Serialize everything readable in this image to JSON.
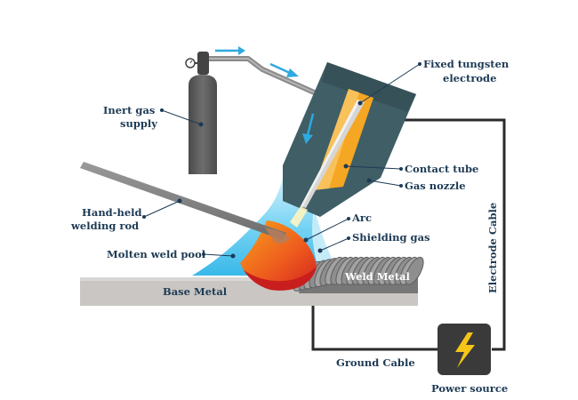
{
  "labels": {
    "fixed_tungsten_line1": "Fixed tungsten",
    "fixed_tungsten_line2": "electrode",
    "inert_gas_line1": "Inert gas",
    "inert_gas_line2": "supply",
    "contact_tube": "Contact tube",
    "gas_nozzle": "Gas nozzle",
    "hand_held_line1": "Hand-held",
    "hand_held_line2": "welding rod",
    "arc": "Arc",
    "shielding_gas": "Shielding gas",
    "molten_weld_pool": "Molten weld pool",
    "weld_metal": "Weld Metal",
    "base_metal": "Base Metal",
    "electrode_cable": "Electrode Cable",
    "ground_cable": "Ground Cable",
    "power_source": "Power source"
  },
  "colors": {
    "label_text": "#1d3a55",
    "torch_body": "#3f5e66",
    "gas_blue": "#4fc3ec",
    "contact_tube": "#f5a623",
    "cylinder": "#5b5b5b",
    "cable": "#2a2a2a",
    "base_metal": "#c9c6c3",
    "molten_pool": "#e8431e",
    "bolt": "#f5c518"
  }
}
